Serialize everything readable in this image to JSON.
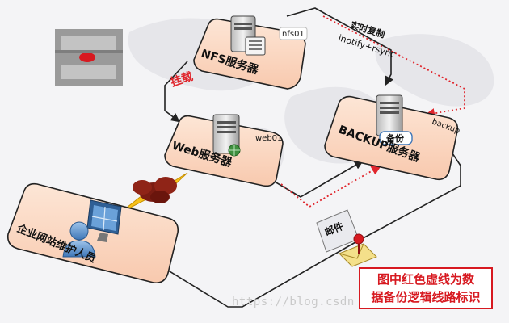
{
  "nodes": {
    "nfs": {
      "title": "NFS服务器",
      "host": "nfs01"
    },
    "web": {
      "title": "Web服务器",
      "host": "web01"
    },
    "backup": {
      "title": "BACKUP服务器",
      "host": "backup",
      "badge": "备份"
    },
    "admin": {
      "title": "企业网站维护人员"
    }
  },
  "edges": {
    "mount": "挂载",
    "sync_title": "实时复制",
    "sync_tool": "inotify+rsync",
    "mail": "邮件"
  },
  "note": {
    "line1": "图中红色虚线为数",
    "line2": "据备份逻辑线路标识"
  },
  "watermark": "https://blog.csdn",
  "colors": {
    "panel_fill": "#fbd9c4",
    "red_line": "#e0262d",
    "accent_red": "#d71920"
  }
}
